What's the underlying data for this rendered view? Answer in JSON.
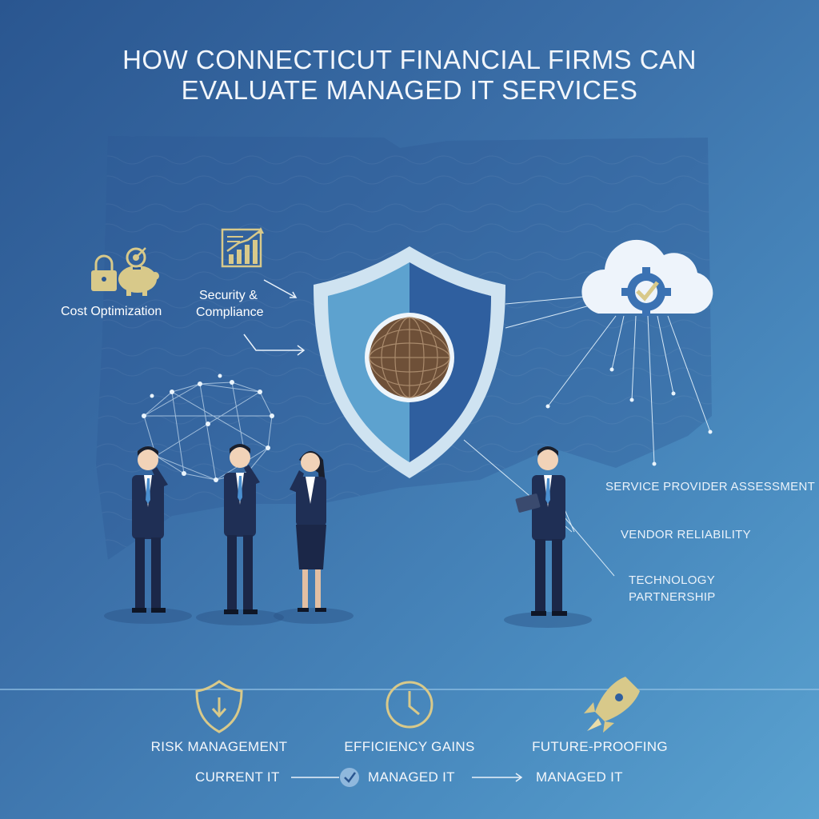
{
  "title": {
    "line1": "HOW CONNECTICUT FINANCIAL FIRMS CAN",
    "line2": "EVALUATE MANAGED IT SERVICES"
  },
  "callouts": {
    "cost": "Cost Optimization",
    "security_line1": "Security &",
    "security_line2": "Compliance",
    "service_provider": "SERVICE PROVIDER ASSESSMENT",
    "vendor": "VENDOR RELIABILITY",
    "technology_line1": "TECHNOLOGY",
    "technology_line2": "PARTNERSHIP"
  },
  "bottom": {
    "risk": "RISK MANAGEMENT",
    "efficiency": "EFFICIENCY GAINS",
    "future": "FUTURE-PROOFING"
  },
  "flow": {
    "current": "CURRENT IT",
    "managed1": "MANAGED IT",
    "managed2": "MANAGED IT"
  },
  "colors": {
    "gold": "#d8c98a",
    "navy_suit": "#1f2f55",
    "shield_light": "#5da2cf",
    "shield_dark": "#2f5f9f"
  },
  "icons": [
    "padlock-icon",
    "piggy-bank-icon",
    "target-icon",
    "chart-report-icon",
    "shield-icon",
    "globe-icon",
    "cloud-icon",
    "gear-check-icon",
    "network-globe-icon",
    "shield-down-arrow-icon",
    "clock-icon",
    "rocket-icon",
    "checkmark-circle-icon"
  ]
}
